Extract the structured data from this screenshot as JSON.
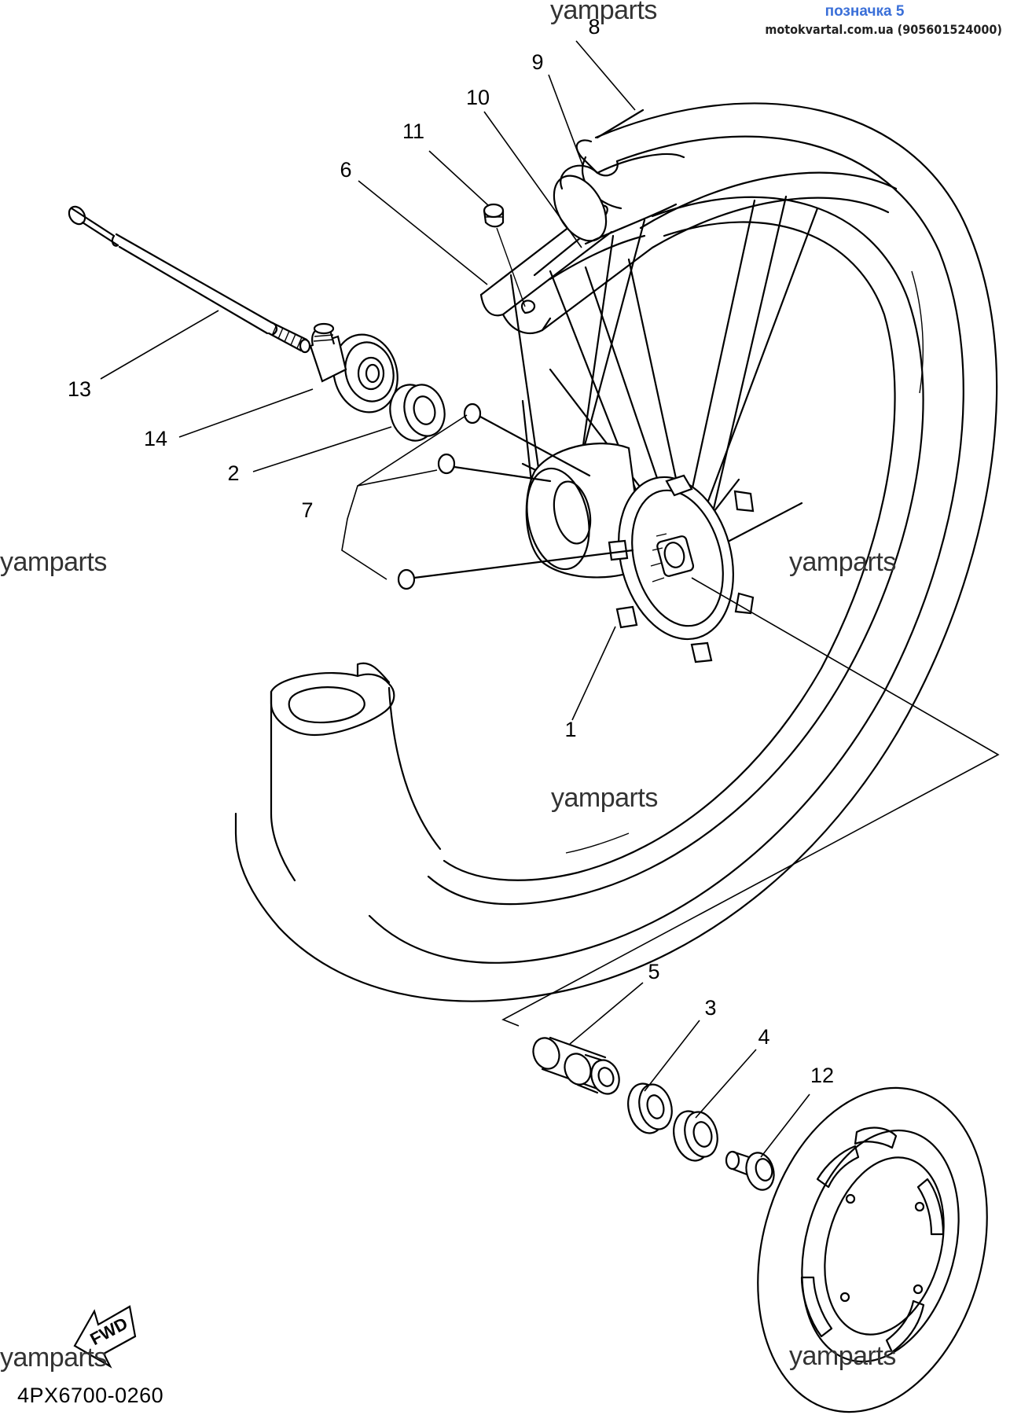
{
  "header": {
    "label": "позначка 5",
    "source": "motokvartal.com.ua (905601524000)"
  },
  "watermark": "yamparts",
  "diagram_code": "4PX6700-0260",
  "direction_badge": "FWD",
  "callouts": [
    "1",
    "2",
    "3",
    "4",
    "5",
    "6",
    "7",
    "8",
    "9",
    "10",
    "11",
    "12",
    "13",
    "14"
  ]
}
